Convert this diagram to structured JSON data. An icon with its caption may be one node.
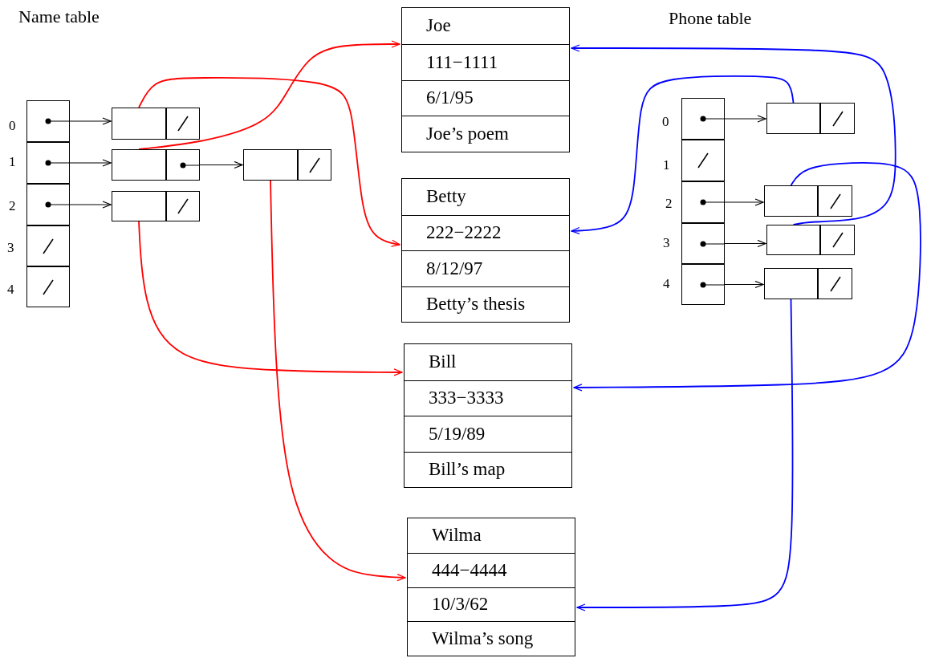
{
  "diagram": {
    "nodes": [
      {
        "text": [
          "Joe",
          "111−1111",
          "6/1/95",
          "Joe’s poem"
        ]
      },
      {
        "text": [
          "Betty",
          "222−2222",
          "8/12/97",
          "Betty’s thesis"
        ]
      },
      {
        "text": [
          "Bill",
          "333−3333",
          "5/19/89",
          "Bill’s map"
        ]
      },
      {
        "text": [
          "Wilma",
          "444−4444",
          "10/3/62",
          "Wilma’s song"
        ]
      },
      {
        "text": [],
        "shape": "box"
      },
      {
        "text": [],
        "shape": "box"
      },
      {
        "text": [],
        "shape": "box"
      },
      {
        "text": [],
        "shape": "box"
      },
      {
        "text": [],
        "shape": "box"
      },
      {
        "text": [],
        "shape": "box"
      },
      {
        "text": [],
        "shape": "box"
      },
      {
        "text": [],
        "shape": "box"
      },
      {
        "text": [],
        "shape": "box"
      },
      {
        "text": [],
        "shape": "box"
      },
      {
        "text": [],
        "shape": "box"
      },
      {
        "text": [],
        "shape": "box"
      },
      {
        "text": [],
        "shape": "box"
      },
      {
        "text": [],
        "shape": "box"
      },
      {
        "text": [],
        "shape": "box"
      },
      {
        "text": [],
        "shape": "box"
      },
      {
        "text": [],
        "shape": "box"
      },
      {
        "text": [],
        "shape": "box"
      },
      {
        "text": [],
        "shape": "box"
      },
      {
        "text": [],
        "shape": "box"
      },
      {
        "text": [],
        "shape": "box"
      },
      {
        "text": [],
        "shape": "box"
      },
      {
        "text": [],
        "shape": "box"
      },
      {
        "text": [],
        "shape": "box"
      },
      {
        "text": [],
        "shape": "box"
      },
      {
        "text": [],
        "shape": "box"
      }
    ],
    "edges": [
      {
        "from": 4,
        "to": 9,
        "arrow": "to"
      },
      {
        "from": 5,
        "to": 11,
        "arrow": "to"
      },
      {
        "from": 12,
        "to": 13,
        "arrow": "to"
      },
      {
        "from": 6,
        "to": 15,
        "arrow": "to"
      },
      {
        "from": 9,
        "to": 1,
        "arrow": "to",
        "color": "#ff0000"
      },
      {
        "from": 11,
        "to": 0,
        "arrow": "to",
        "color": "#ff0000"
      },
      {
        "from": 15,
        "to": 2,
        "arrow": "to",
        "color": "#ff0000"
      },
      {
        "from": 13,
        "to": 3,
        "arrow": "to",
        "color": "#ff0000"
      },
      {
        "from": 17,
        "to": 22,
        "arrow": "to"
      },
      {
        "from": 19,
        "to": 24,
        "arrow": "to"
      },
      {
        "from": 20,
        "to": 26,
        "arrow": "to"
      },
      {
        "from": 21,
        "to": 28,
        "arrow": "to"
      },
      {
        "from": 22,
        "to": 1,
        "arrow": "to",
        "color": "#0000ff"
      },
      {
        "from": 24,
        "to": 2,
        "arrow": "to",
        "color": "#0000ff"
      },
      {
        "from": 26,
        "to": 0,
        "arrow": "to",
        "color": "#0000ff"
      },
      {
        "from": 28,
        "to": 3,
        "arrow": "to",
        "color": "#0000ff"
      }
    ],
    "labels": [
      "Name table",
      "Phone table",
      "0",
      "1",
      "2",
      "3",
      "4",
      "0",
      "1",
      "2",
      "3",
      "4"
    ]
  }
}
